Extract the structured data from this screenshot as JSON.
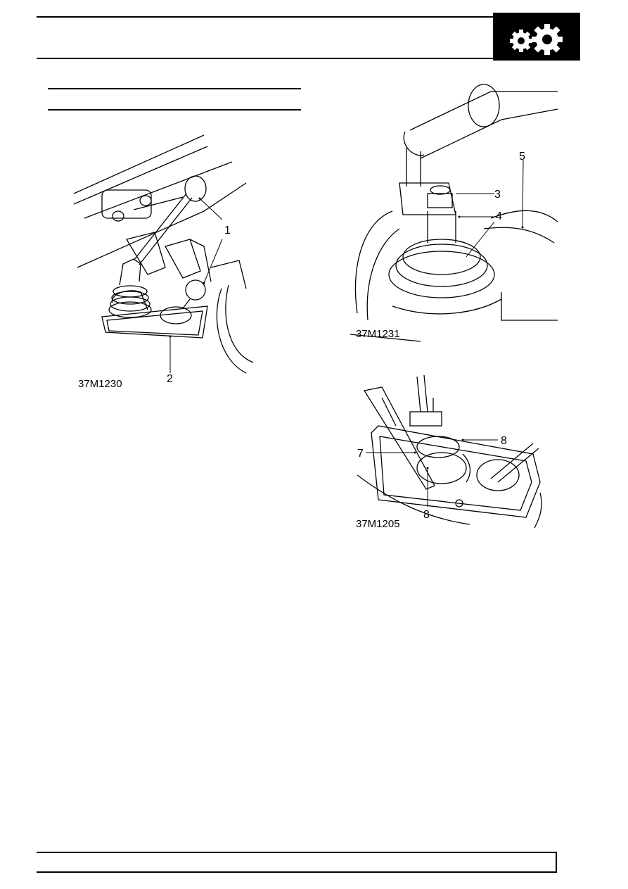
{
  "header": {
    "icon": "gears-icon"
  },
  "figures": [
    {
      "id": "37M1230",
      "callouts": [
        "1",
        "2"
      ]
    },
    {
      "id": "37M1231",
      "callouts": [
        "3",
        "4",
        "5"
      ]
    },
    {
      "id": "37M1205",
      "callouts": [
        "7",
        "8",
        "8"
      ]
    }
  ]
}
